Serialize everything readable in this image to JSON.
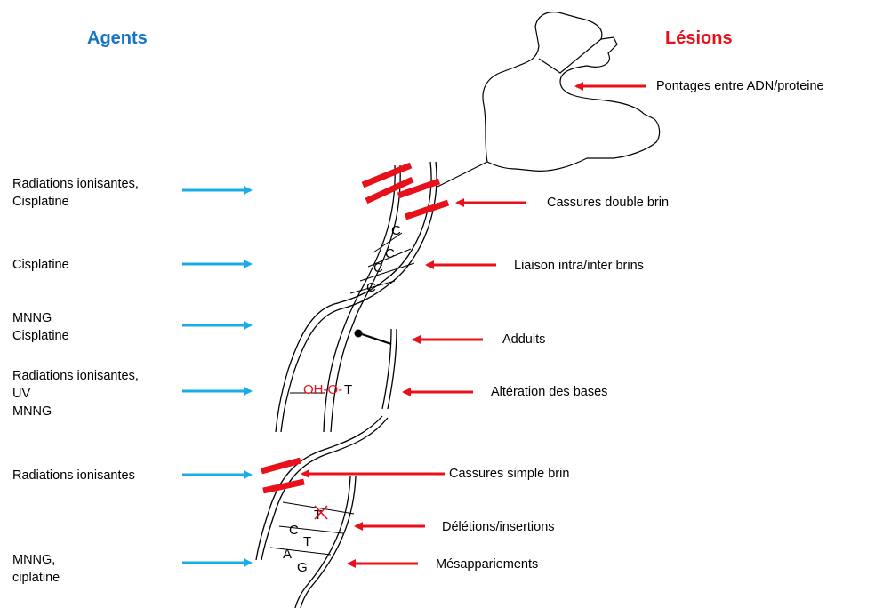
{
  "headers": {
    "agents": "Agents",
    "lesions": "Lésions"
  },
  "colors": {
    "agents_header": "#1874c4",
    "lesions_header": "#e8101a",
    "agent_arrow": "#1aace8",
    "lesion_arrow": "#e8101a",
    "bar": "#e8101a"
  },
  "agents": [
    {
      "lines": [
        "Radiations ionisantes,",
        "Cisplatine"
      ]
    },
    {
      "lines": [
        "Cisplatine"
      ]
    },
    {
      "lines": [
        "MNNG",
        "Cisplatine"
      ]
    },
    {
      "lines": [
        "Radiations ionisantes,",
        "UV",
        "MNNG"
      ]
    },
    {
      "lines": [
        "Radiations ionisantes"
      ]
    },
    {
      "lines": [
        "MNNG,",
        "ciplatine"
      ]
    }
  ],
  "lesions": [
    "Pontages entre ADN/proteine",
    "Cassures double brin",
    "Liaison intra/inter brins",
    "Adduits",
    "Altération des bases",
    "Cassures simple brin",
    "Délétions/insertions",
    "Mésappariements"
  ],
  "bases": {
    "crosslink": [
      "C",
      "C",
      "C",
      "C"
    ],
    "oxidized_prefix": "OH-O-",
    "oxidized_base": "T",
    "deleted": "T",
    "insertion_pair": [
      "C",
      "T"
    ],
    "mismatch_pair": [
      "A",
      "G"
    ]
  }
}
